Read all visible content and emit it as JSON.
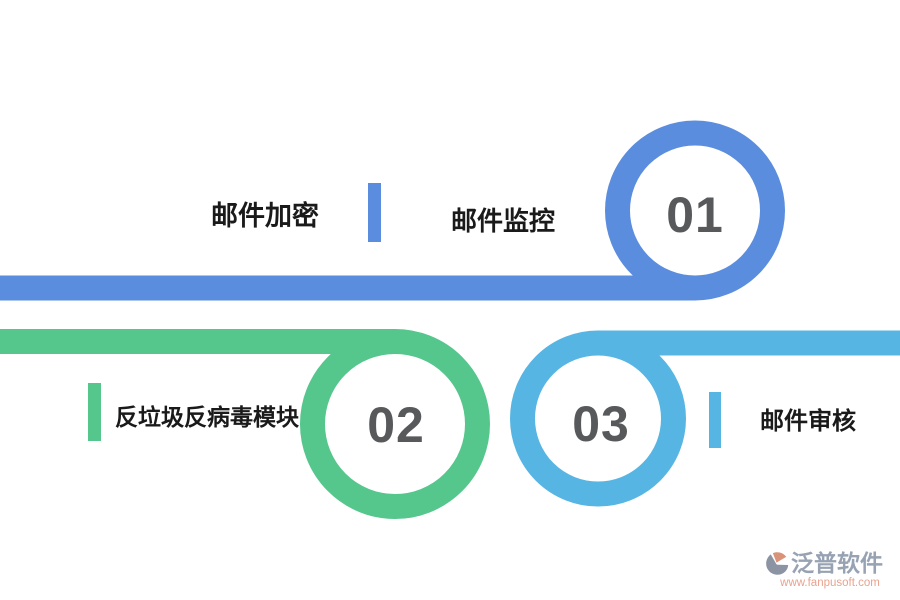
{
  "colors": {
    "blue": "#5B8DDE",
    "green": "#55C68C",
    "sky": "#57B5E3",
    "number": "#58595B",
    "label": "#1A1A1A",
    "logo_text": "#97A2B2",
    "logo_url": "#E9A28E"
  },
  "steps": [
    {
      "number": "01",
      "color": "#5B8DDE",
      "labels": [
        "邮件加密",
        "邮件监控"
      ]
    },
    {
      "number": "02",
      "color": "#55C68C",
      "labels": [
        "反垃圾反病毒模块"
      ]
    },
    {
      "number": "03",
      "color": "#57B5E3",
      "labels": [
        "邮件审核"
      ]
    }
  ],
  "footer": {
    "brand": "泛普软件",
    "url": "www.fanpusoft.com"
  }
}
